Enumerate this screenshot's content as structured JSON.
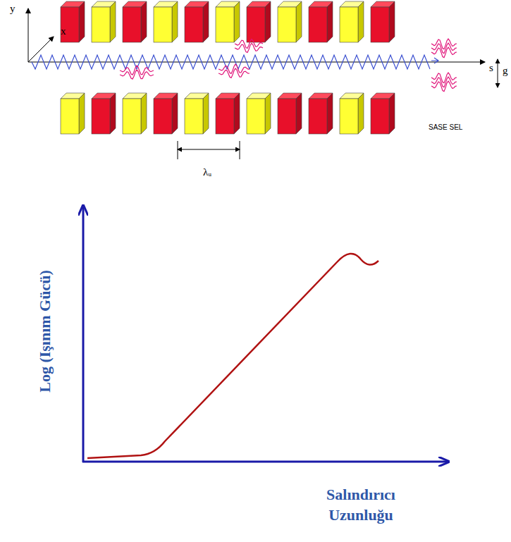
{
  "diagram": {
    "labels": [
      "y",
      "x",
      "s",
      "g",
      "SASE SEL",
      "λᵤ",
      "Log (Işınım Gücü)",
      "Salındırıcı Uzunluğu"
    ]
  }
}
